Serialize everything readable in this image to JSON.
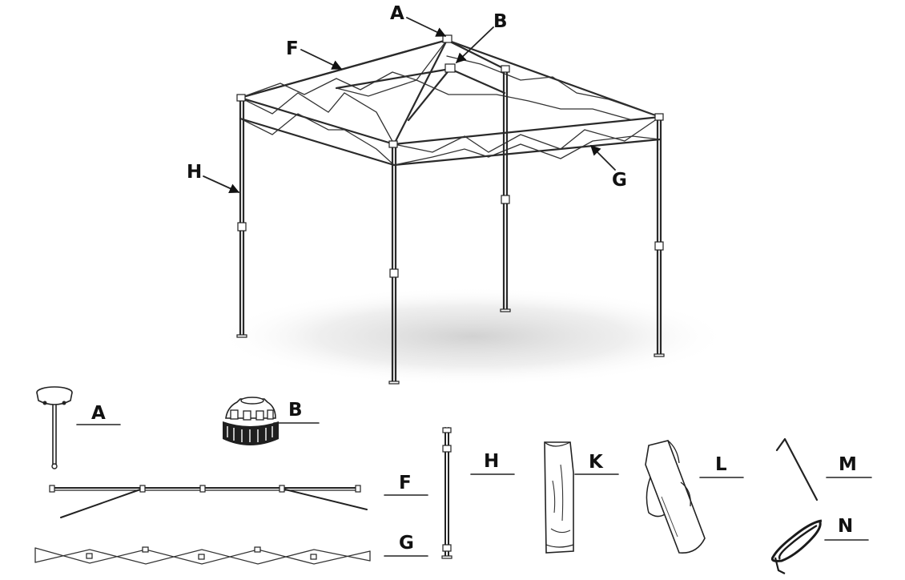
{
  "diagram": {
    "assembled_labels": {
      "a": "A",
      "b": "B",
      "f": "F",
      "g": "G",
      "h": "H"
    },
    "parts": [
      {
        "id": "part-a",
        "letter": "A"
      },
      {
        "id": "part-b",
        "letter": "B"
      },
      {
        "id": "part-f",
        "letter": "F"
      },
      {
        "id": "part-g",
        "letter": "G"
      },
      {
        "id": "part-h",
        "letter": "H"
      },
      {
        "id": "part-k",
        "letter": "K"
      },
      {
        "id": "part-l",
        "letter": "L"
      },
      {
        "id": "part-m",
        "letter": "M"
      },
      {
        "id": "part-n",
        "letter": "N"
      }
    ]
  }
}
